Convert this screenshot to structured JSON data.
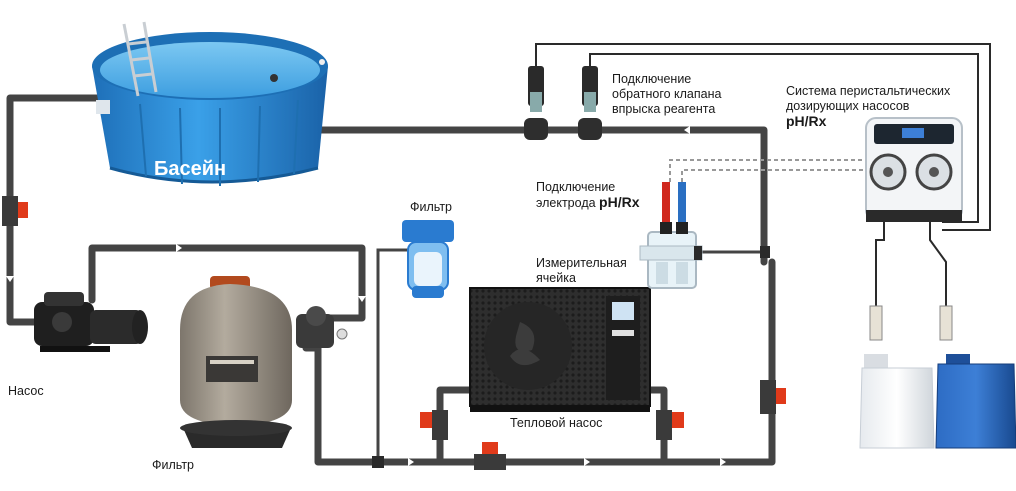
{
  "colors": {
    "pipe": "#444444",
    "pool_blue": "#2b8fd8",
    "valve_red": "#e03a1a",
    "cable": "#222222",
    "probe_red": "#d0281e",
    "probe_blue": "#2a6fc2",
    "canister_blue": "#1f5fb8",
    "canister_white": "#f2f4f6",
    "filter_body": "#9a9286",
    "heatpump_body": "#2a2a2a"
  },
  "labels": {
    "pool": "Басейн",
    "pump": "Насос",
    "sand_filter": "Фильтр",
    "cartridge_filter": "Фильтр",
    "heat_pump": "Тепловой насос",
    "check_valve": [
      "Подключение",
      "обратного клапана",
      "впрыска реагента"
    ],
    "electrode": [
      "Подключение",
      "электрода"
    ],
    "electrode_bold": "pH/Rx",
    "cell": [
      "Измерительная",
      "ячейка"
    ],
    "dosing_system": [
      "Система перистальтических",
      "дозирующих насосов"
    ],
    "dosing_bold": "pH/Rx"
  },
  "icons": [
    "pool-icon",
    "pool-ladder-icon",
    "circulation-pump-icon",
    "sand-filter-icon",
    "cartridge-filter-icon",
    "heat-pump-icon",
    "measuring-cell-icon",
    "ph-electrode-icon",
    "rx-electrode-icon",
    "check-valve-icon",
    "dosing-pump-unit-icon",
    "chemical-canister-white-icon",
    "chemical-canister-blue-icon",
    "ball-valve-icon"
  ]
}
